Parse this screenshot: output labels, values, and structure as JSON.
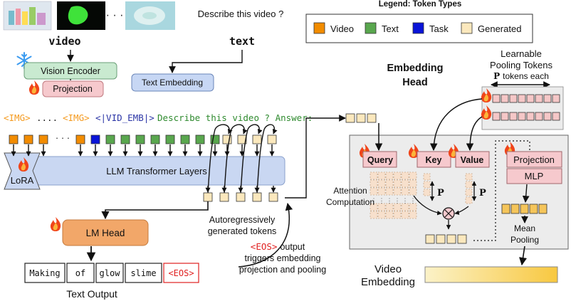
{
  "colors": {
    "video": "#f28c00",
    "text": "#59a74e",
    "task": "#0a14d8",
    "generated": "#fbe8bd",
    "img_tag": "#f59a1e",
    "vid_emb": "#2b35a6",
    "prompt": "#2e8a2e",
    "eos": "#e02020",
    "vision_encoder": "#c9ead0",
    "projection": "#f6c9cd",
    "text_embedding": "#c7d7f4",
    "llm": "#c9d7f2",
    "lm_head": "#f2a769",
    "head_panel": "#ececec",
    "pool_token": "#f5c7c7",
    "mlp": "#f6c9cd",
    "embedding_start": "#fbf2c8",
    "embedding_end": "#f8c840"
  },
  "icons": {
    "frozen": "snowflake-icon",
    "trainable": "flame-icon",
    "mean": "multiply-circle-icon"
  },
  "top": {
    "question": "Describe this video ?",
    "video_label": "video",
    "text_label": "text",
    "vision_encoder": "Vision Encoder",
    "projection": "Projection",
    "text_embedding": "Text Embedding"
  },
  "legend": {
    "title": "Legend: Token Types",
    "items": [
      {
        "label": "Video"
      },
      {
        "label": "Text"
      },
      {
        "label": "Task"
      },
      {
        "label": "Generated"
      }
    ]
  },
  "prompt": {
    "img_tag": "<IMG>",
    "dots": "....",
    "vid_emb": "<|VID_EMB|>",
    "text": "Describe this video ? Answer:",
    "ellipsis": "· · ·"
  },
  "lora": "LoRA",
  "llm_layers": "LLM Transformer Layers",
  "generated_caption": [
    "Autoregressively",
    "generated tokens"
  ],
  "lm_head": "LM Head",
  "text_output": {
    "label": "Text Output",
    "words": [
      "Making",
      "of",
      "glow",
      "slime",
      "<EOS>"
    ]
  },
  "eos_note": {
    "tag": "<EOS>",
    "line1": "output",
    "line2": "triggers embedding",
    "line3": "projection and pooling"
  },
  "head": {
    "title": [
      "Embedding",
      "Head"
    ],
    "pool_title": [
      "Learnable",
      "Pooling Tokens"
    ],
    "p_symbol": "P",
    "p_suffix": "tokens each",
    "query": "Query",
    "key": "Key",
    "value": "Value",
    "attention": [
      "Attention",
      "Computation"
    ],
    "projection": "Projection",
    "mlp": "MLP",
    "mean_pooling": [
      "Mean",
      "Pooling"
    ]
  },
  "video_embedding": [
    "Video",
    "Embedding"
  ]
}
